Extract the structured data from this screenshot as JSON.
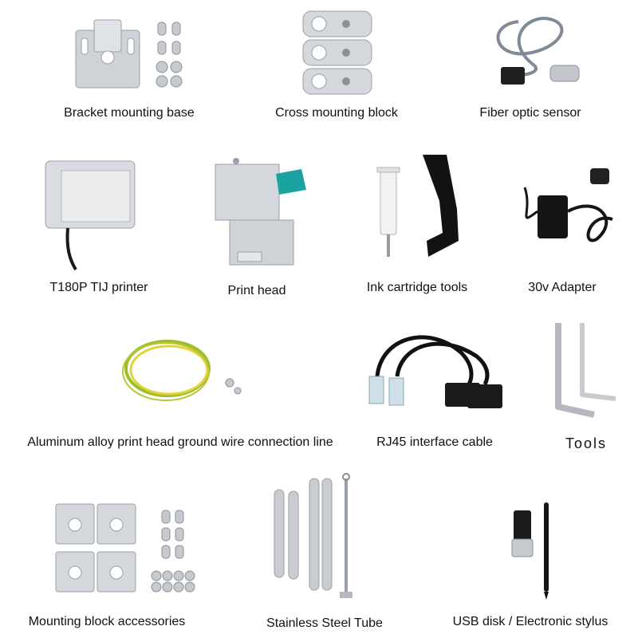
{
  "items": [
    {
      "label": "Bracket mounting base",
      "icon": "bracket-base-icon"
    },
    {
      "label": "Cross mounting block",
      "icon": "cross-block-icon"
    },
    {
      "label": "Fiber optic sensor",
      "icon": "fiber-sensor-icon"
    },
    {
      "label": "T180P TIJ printer",
      "icon": "printer-icon"
    },
    {
      "label": "Print head",
      "icon": "print-head-icon"
    },
    {
      "label": "Ink cartridge tools",
      "icon": "ink-tools-icon"
    },
    {
      "label": "30v Adapter",
      "icon": "adapter-icon"
    },
    {
      "label": "Aluminum alloy print head ground wire connection line",
      "icon": "ground-wire-icon"
    },
    {
      "label": "RJ45 interface cable",
      "icon": "rj45-cable-icon"
    },
    {
      "label": "Tools",
      "icon": "hex-key-icon"
    },
    {
      "label": "Mounting block accessories",
      "icon": "mounting-accessories-icon"
    },
    {
      "label": "Stainless Steel Tube",
      "icon": "steel-tube-icon"
    },
    {
      "label": "USB disk / Electronic stylus",
      "icon": "usb-stylus-icon"
    }
  ],
  "colors": {
    "metal": "#c9ccd1",
    "metal_dark": "#9aa0a8",
    "cable": "#1a1a1a",
    "wire_green": "#9bbf2a",
    "wire_yellow": "#e4d23a",
    "teal": "#1aa3a0"
  }
}
